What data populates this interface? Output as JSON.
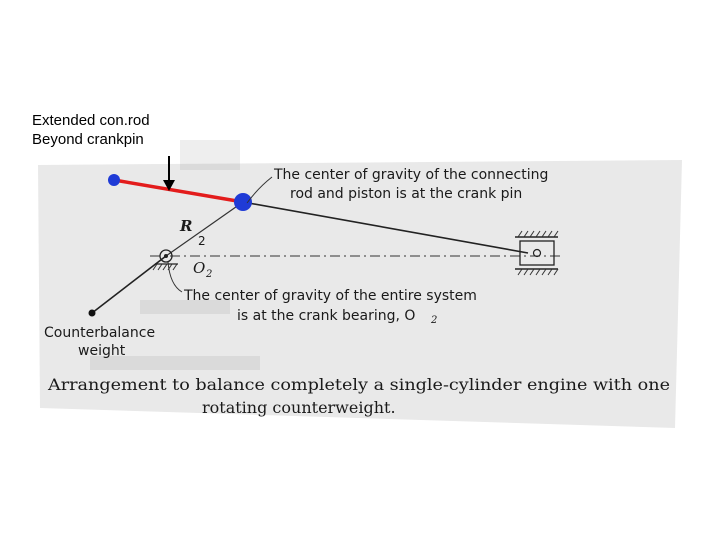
{
  "slide": {
    "labels": [
      "Extended con.rod",
      "Beyond crankpin"
    ]
  },
  "figure": {
    "cg_connecting_rod_note": [
      "The center of gravity of the connecting",
      "rod and piston is at the crank pin"
    ],
    "cg_entire_system_note": [
      "The center of gravity of the entire system",
      "is at the crank bearing, O"
    ],
    "crank_label": "R",
    "crank_number": "2",
    "bearing_label": "O",
    "bearing_subscript": "2",
    "counterweight_label": [
      "Counterbalance",
      "weight"
    ],
    "caption": [
      "Arrangement to balance completely a single-cylinder engine with one",
      "rotating counterweight."
    ]
  },
  "colors": {
    "extension_line": "#e31c1c",
    "marker_fill": "#1f3bd6",
    "paper": "#e9e9e9"
  }
}
